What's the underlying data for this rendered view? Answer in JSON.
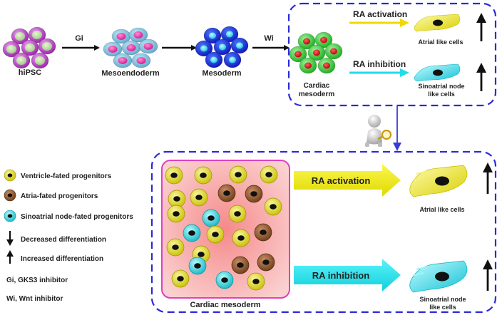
{
  "top": {
    "stages": [
      "hiPSC",
      "Mesoendoderm",
      "Mesoderm"
    ],
    "cardiac_label_1": "Cardiac",
    "cardiac_label_2": "mesoderm",
    "arrow_gi": "Gi",
    "arrow_wi": "Wi",
    "ra_activation": "RA activation",
    "ra_inhibition": "RA inhibition",
    "atrial": "Atrial like cells",
    "sa_1": "Sinoatrial node",
    "sa_2": "like cells"
  },
  "legend": {
    "ventricle": "Ventricle-fated progenitors",
    "atria": "Atria-fated progenitors",
    "sinoatrial": "Sinoatrial node-fated progenitors",
    "decreased": "Decreased differentiation",
    "increased": "Increased differentiation",
    "gi": "Gi, GKS3 inhibitor",
    "wi": "Wi, Wnt inhibitor"
  },
  "bottom": {
    "box_label": "Cardiac mesoderm",
    "ra_activation": "RA activation",
    "ra_inhibition": "RA inhibition",
    "atrial": "Atrial like cells",
    "sa_1": "Sinoatrial node",
    "sa_2": "like cells"
  },
  "colors": {
    "dash_blue": "#2a2ad8",
    "yellow_cell": "#e8e020",
    "brown_cell": "#8a5530",
    "cyan_cell": "#33d0d8",
    "ra_yellow": "#eeea1a",
    "ra_cyan": "#22dce8",
    "pink_box_fill": "#f4b0b0",
    "pink_box_border": "#e040c0"
  }
}
